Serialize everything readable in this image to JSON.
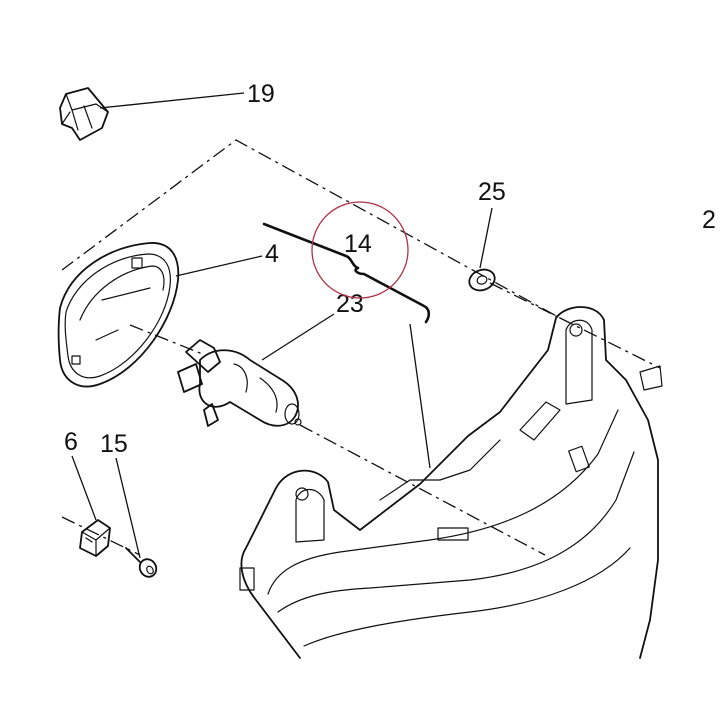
{
  "labels": {
    "part_19": "19",
    "part_25": "25",
    "part_14": "14",
    "part_4": "4",
    "part_23": "23",
    "part_6": "6",
    "part_15": "15",
    "part_edge": "2"
  },
  "colors": {
    "ink": "#111111",
    "highlight_circle": "#b03048",
    "background": "#ffffff"
  }
}
